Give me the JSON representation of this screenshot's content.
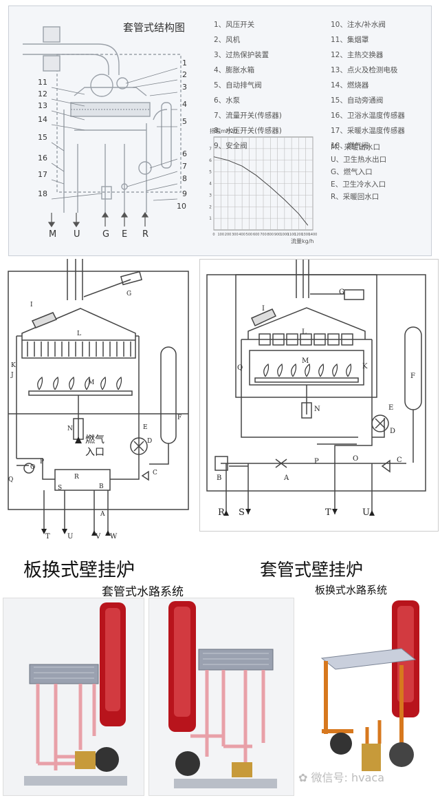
{
  "top_panel": {
    "title": "套管式结构图",
    "legend_items": [
      "1、风压开关",
      "2、风机",
      "3、过热保护装置",
      "4、膨胀水箱",
      "5、自动排气阀",
      "6、水泵",
      "7、流量开关(传感器)",
      "8、水压开关(传感器)",
      "9、安全阀",
      "10、注水/补水阀",
      "11、集烟罩",
      "12、主热交换器",
      "13、点火及检测电极",
      "14、燃烧器",
      "15、自动旁通阀",
      "16、卫浴水温度传感器",
      "17、采暖水温度传感器",
      "18、燃气阀"
    ],
    "port_legend": [
      "M、采暖出水口",
      "U、卫生热水出口",
      "G、燃气入口",
      "E、卫生冷水入口",
      "R、采暖回水口"
    ],
    "callouts": [
      "1",
      "2",
      "3",
      "4",
      "5",
      "6",
      "7",
      "8",
      "9",
      "10",
      "11",
      "12",
      "13",
      "14",
      "15",
      "16",
      "17",
      "18"
    ],
    "ports": [
      "M",
      "U",
      "G",
      "E",
      "R"
    ],
    "chart_ylabel": "扬程mH20",
    "chart_xlabel": "流量kg/h"
  },
  "chart_data": {
    "type": "line",
    "title": "",
    "ylabel": "扬程mH20",
    "xlabel": "流量kg/h",
    "x_ticks": [
      "0",
      "100",
      "200",
      "300",
      "400",
      "500",
      "600",
      "700",
      "800",
      "900",
      "1000",
      "1100",
      "1200",
      "1300",
      "1400"
    ],
    "y_ticks": [
      "1",
      "2",
      "3",
      "4",
      "5",
      "6",
      "7"
    ],
    "xlim": [
      0,
      1400
    ],
    "ylim": [
      0,
      8
    ],
    "series": [
      {
        "x": [
          0,
          200,
          400,
          600,
          800,
          1000,
          1200,
          1330
        ],
        "y": [
          6.3,
          6.0,
          5.5,
          4.7,
          3.7,
          2.6,
          1.4,
          0.4
        ]
      }
    ]
  },
  "left_diagram": {
    "labels": [
      "I",
      "G",
      "L",
      "K",
      "J",
      "M",
      "N",
      "E",
      "D",
      "F",
      "O",
      "P",
      "Q",
      "C",
      "R",
      "S",
      "B",
      "A"
    ],
    "gas_label_1": "燃气",
    "gas_label_2": "入口",
    "bottom_ports": [
      "T",
      "U",
      "V",
      "W"
    ]
  },
  "right_diagram": {
    "labels": [
      "I",
      "G",
      "L",
      "Q",
      "K",
      "M",
      "N",
      "E",
      "D",
      "F",
      "B",
      "A",
      "P",
      "O",
      "C"
    ],
    "bottom_ports": [
      "R",
      "S",
      "T",
      "U"
    ]
  },
  "captions": {
    "plate_boiler": "板换式壁挂炉",
    "tube_boiler": "套管式壁挂炉",
    "tube_water": "套管式水路系统",
    "plate_water": "板换式水路系统"
  },
  "watermark": "微信号: hvaca",
  "colors": {
    "line": "#555555",
    "red_tank": "#b8141c",
    "pink_pipe": "#e8a0a8",
    "orange_pipe": "#d7781e"
  }
}
